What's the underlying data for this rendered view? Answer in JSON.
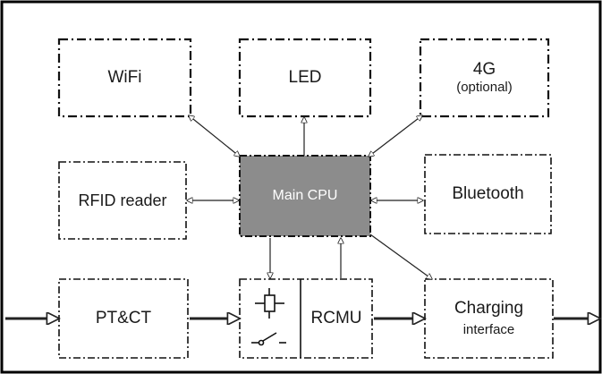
{
  "diagram": {
    "blocks": {
      "wifi": {
        "label": "WiFi"
      },
      "led": {
        "label": "LED"
      },
      "g4": {
        "label": "4G",
        "sublabel": "(optional)"
      },
      "rfid": {
        "label": "RFID reader"
      },
      "cpu": {
        "label": "Main CPU"
      },
      "bluetooth": {
        "label": "Bluetooth"
      },
      "ptct": {
        "label": "PT&CT"
      },
      "rcmu": {
        "label": "RCMU"
      },
      "charging": {
        "label": "Charging",
        "sublabel": "interface"
      }
    },
    "connections": [
      {
        "from": "wifi",
        "to": "cpu",
        "direction": "bidirectional"
      },
      {
        "from": "cpu",
        "to": "led",
        "direction": "one-way"
      },
      {
        "from": "g4",
        "to": "cpu",
        "direction": "bidirectional"
      },
      {
        "from": "rfid",
        "to": "cpu",
        "direction": "bidirectional"
      },
      {
        "from": "cpu",
        "to": "bluetooth",
        "direction": "bidirectional"
      },
      {
        "from": "cpu",
        "to": "relay",
        "direction": "one-way"
      },
      {
        "from": "rcmu",
        "to": "cpu",
        "direction": "one-way"
      },
      {
        "from": "cpu",
        "to": "charging",
        "direction": "one-way"
      },
      {
        "from": "input",
        "to": "ptct",
        "direction": "power-flow"
      },
      {
        "from": "ptct",
        "to": "relay",
        "direction": "power-flow"
      },
      {
        "from": "rcmu",
        "to": "charging",
        "direction": "power-flow"
      },
      {
        "from": "charging",
        "to": "output",
        "direction": "power-flow"
      }
    ],
    "colors": {
      "cpu_fill": "#8c8c8c",
      "cpu_text": "#ffffff",
      "line": "#222222"
    }
  }
}
